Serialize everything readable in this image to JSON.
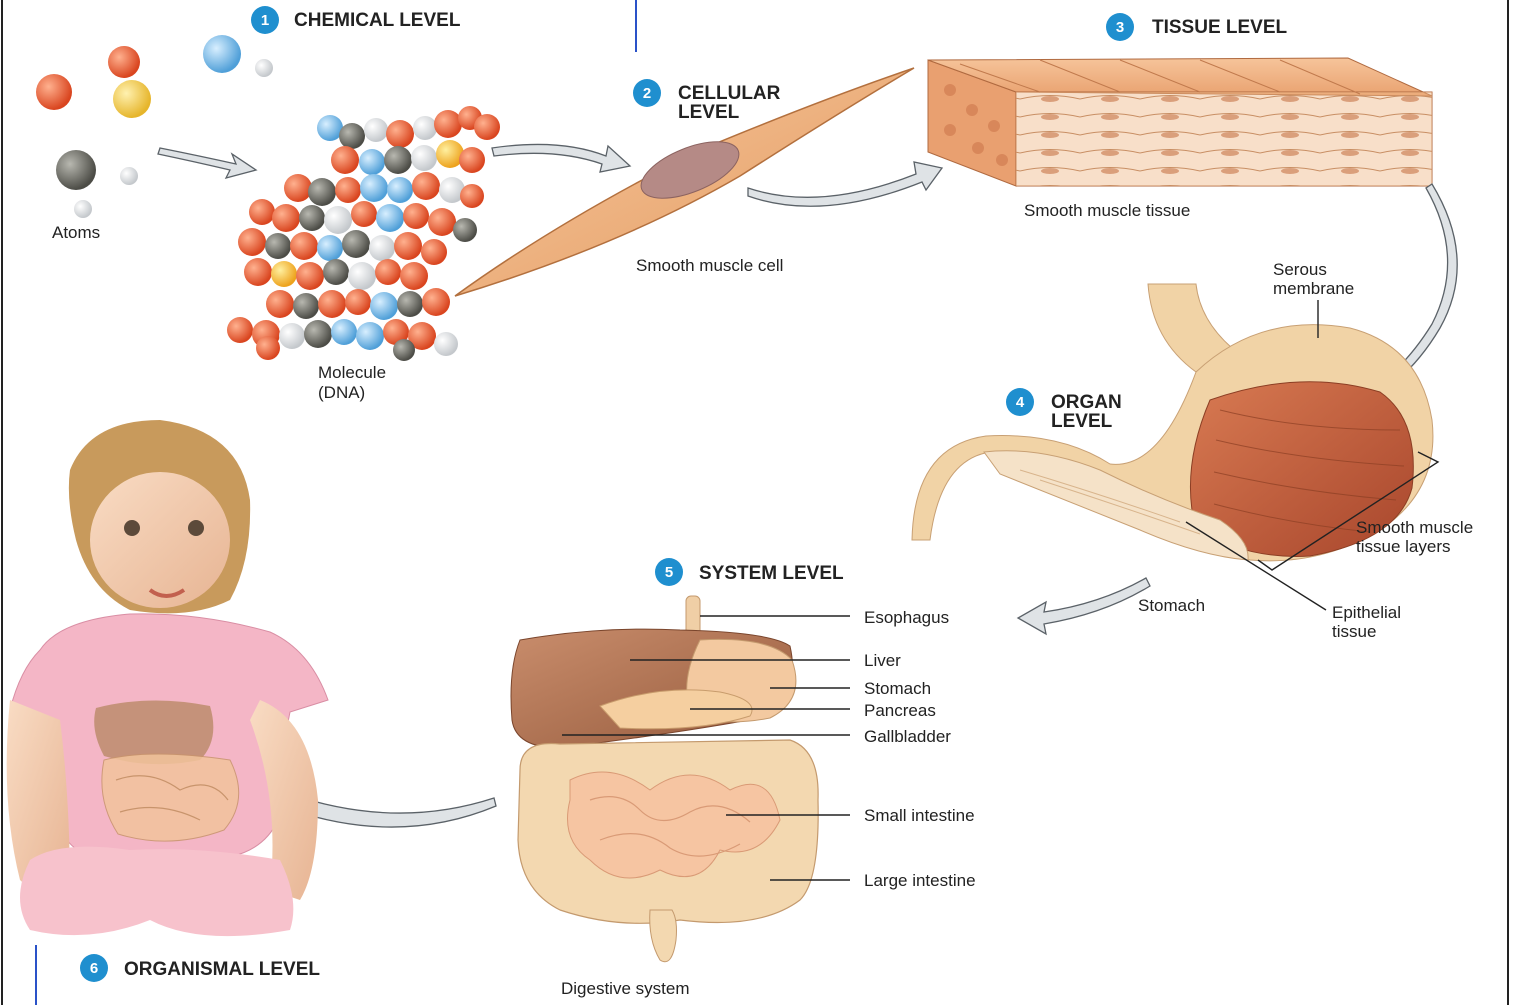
{
  "levels": {
    "chemical": {
      "num": "1",
      "title": "CHEMICAL LEVEL"
    },
    "cellular": {
      "num": "2",
      "title_line1": "CELLULAR",
      "title_line2": "LEVEL"
    },
    "tissue": {
      "num": "3",
      "title": "TISSUE LEVEL"
    },
    "organ": {
      "num": "4",
      "title_line1": "ORGAN",
      "title_line2": "LEVEL"
    },
    "system": {
      "num": "5",
      "title": "SYSTEM LEVEL"
    },
    "organismal": {
      "num": "6",
      "title": "ORGANISMAL LEVEL"
    }
  },
  "labels": {
    "atoms": "Atoms",
    "molecule_line1": "Molecule",
    "molecule_line2": "(DNA)",
    "smooth_muscle_cell": "Smooth muscle cell",
    "smooth_muscle_tissue": "Smooth muscle tissue",
    "serous_line1": "Serous",
    "serous_line2": "membrane",
    "sm_layers_line1": "Smooth muscle",
    "sm_layers_line2": "tissue layers",
    "stomach_organ": "Stomach",
    "epithelial_line1": "Epithelial",
    "epithelial_line2": "tissue",
    "esophagus": "Esophagus",
    "liver": "Liver",
    "stomach": "Stomach",
    "pancreas": "Pancreas",
    "gallbladder": "Gallbladder",
    "small_intestine": "Small intestine",
    "large_intestine": "Large intestine",
    "digestive_system": "Digestive system"
  },
  "colors": {
    "badge": "#1f8fcf",
    "muscle": "#e8a06a",
    "stomach_muscle": "#c8643f",
    "atom_red": "#e0552e",
    "atom_blue": "#58a7df",
    "atom_gray": "#6e6e66",
    "shirt_pink": "#f4b6c6"
  }
}
